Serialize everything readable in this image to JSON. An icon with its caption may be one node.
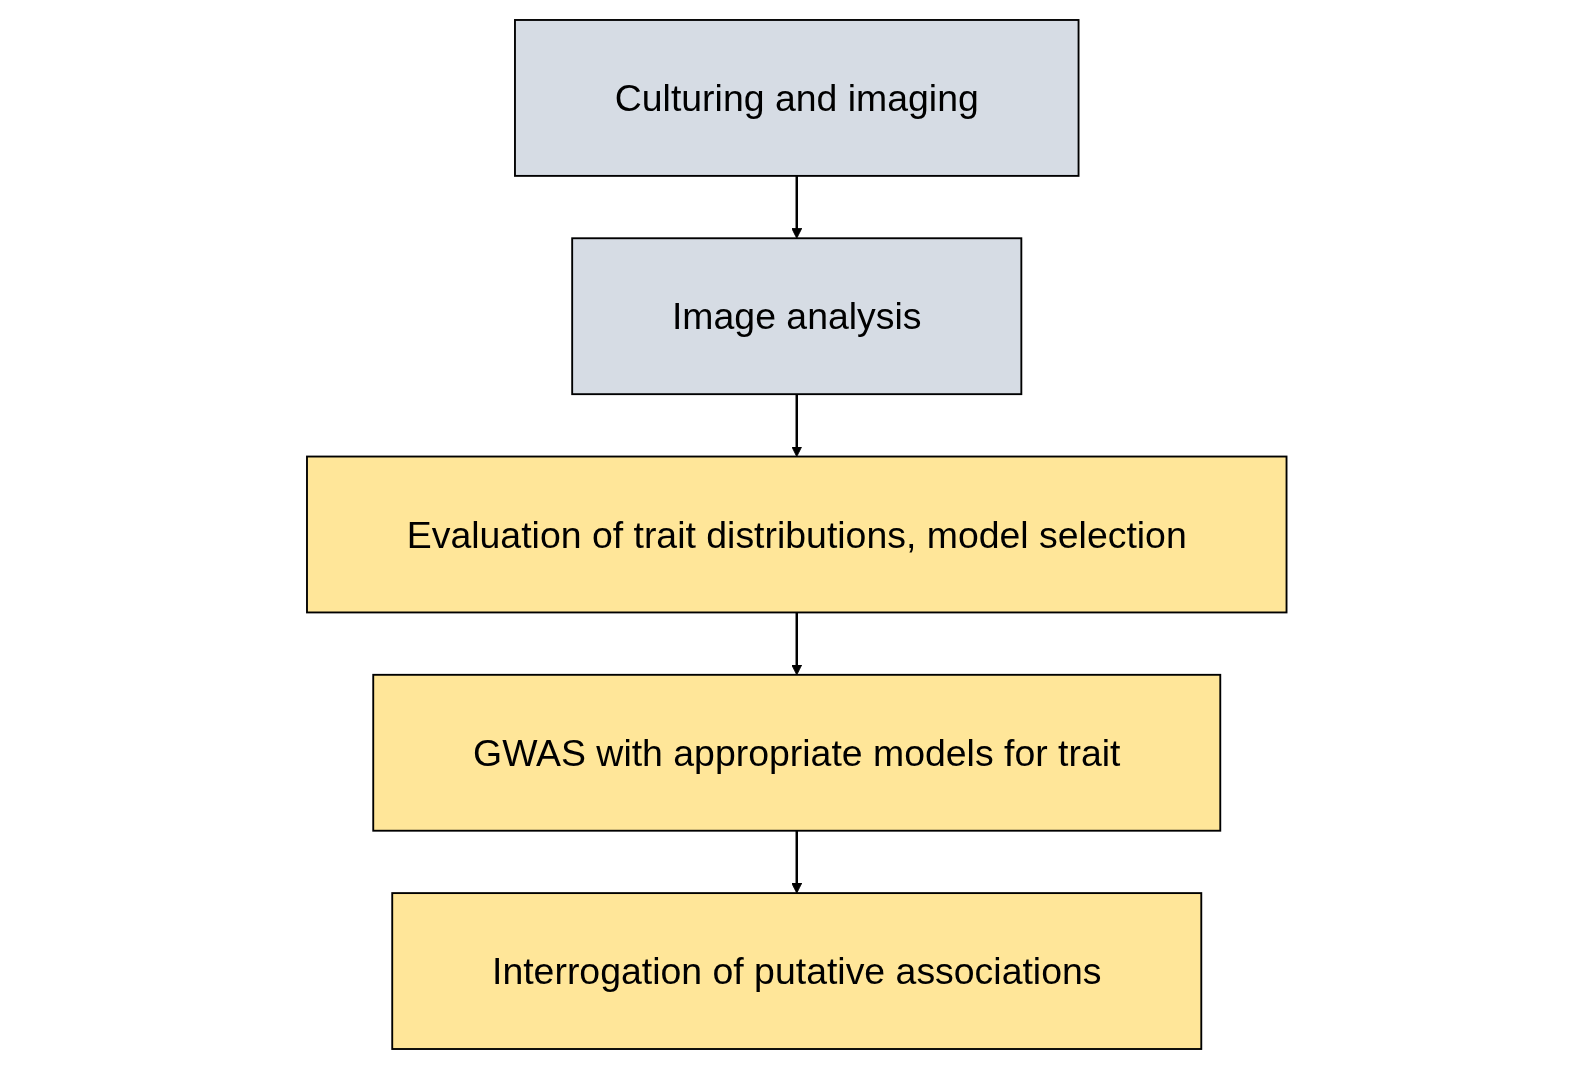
{
  "diagram": {
    "nodes": [
      {
        "text": [
          "Culturing and imaging"
        ]
      },
      {
        "text": [
          "Image analysis"
        ]
      },
      {
        "text": [
          "Evaluation of trait distributions, model selection"
        ]
      },
      {
        "text": [
          "GWAS with appropriate models for trait"
        ]
      },
      {
        "text": [
          "Interrogation of putative associations"
        ]
      }
    ],
    "edges": [
      {
        "from": 0,
        "to": 1,
        "arrow": "to"
      },
      {
        "from": 1,
        "to": 2,
        "arrow": "to"
      },
      {
        "from": 2,
        "to": 3,
        "arrow": "to"
      },
      {
        "from": 3,
        "to": 4,
        "arrow": "to"
      }
    ]
  }
}
